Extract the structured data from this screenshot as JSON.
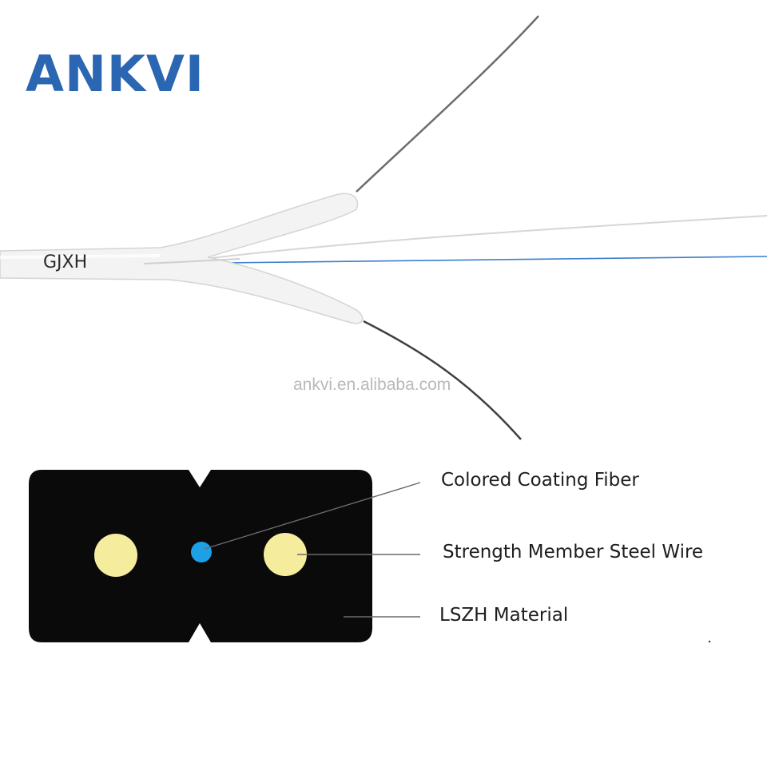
{
  "brand": {
    "logo_text": "ANKVI",
    "color": "#2a66b1"
  },
  "cable": {
    "print_label": "GJXH",
    "jacket_color": "#f3f3f3",
    "fiber_color": "#3a7fd0"
  },
  "watermark": "ankvi.en.alibaba.com",
  "cross_section": {
    "jacket_color": "#0a0a0a",
    "steel_wire_color": "#f6ec9e",
    "fiber_color": "#1ea0e6",
    "callouts": [
      {
        "label": "Colored Coating Fiber"
      },
      {
        "label": "Strength Member Steel Wire"
      },
      {
        "label": "LSZH Material"
      }
    ]
  }
}
